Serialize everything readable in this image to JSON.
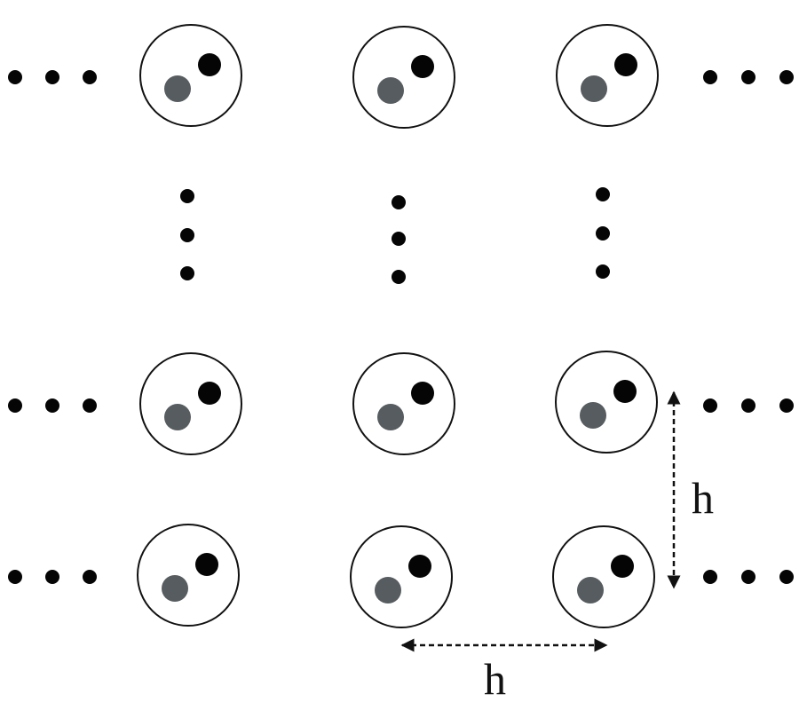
{
  "diagram": {
    "spacing_label_vertical": "h",
    "spacing_label_horizontal": "h",
    "grid_rows": 3,
    "grid_cols": 3,
    "colors": {
      "outline": "#111111",
      "inner_dark": "#050505",
      "inner_gray": "#565c5f",
      "ellipsis": "#050505"
    }
  }
}
